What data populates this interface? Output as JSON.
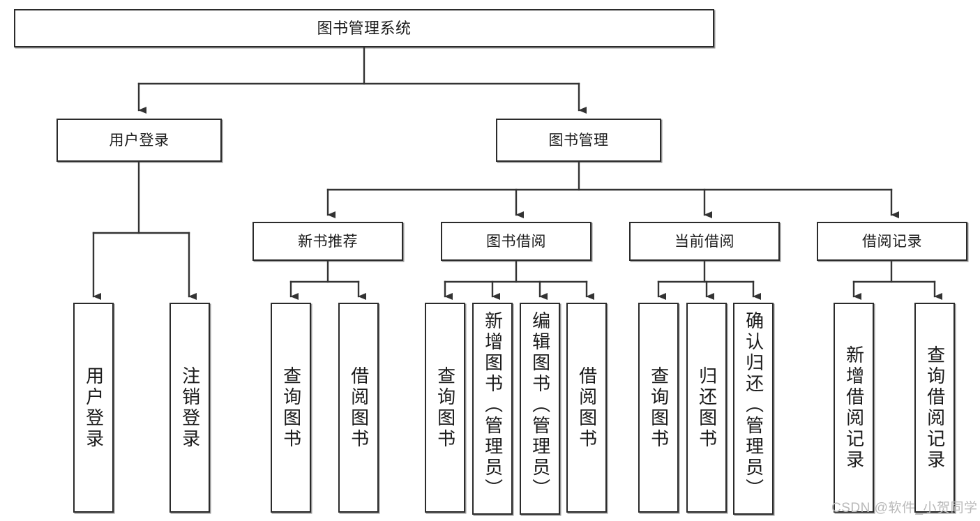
{
  "diagram": {
    "title": "图书管理系统",
    "type": "hierarchy-tree",
    "watermark": "CSDN @软件_小贺同学",
    "colors": {
      "box_border": "#2b2b2b",
      "box_fill": "#ffffff",
      "connector": "#333333",
      "text": "#1b1b1b",
      "watermark": "#b9b9b9"
    },
    "root": {
      "label": "图书管理系统"
    },
    "level1": [
      {
        "label": "用户登录"
      },
      {
        "label": "图书管理"
      }
    ],
    "level2": [
      {
        "label": "新书推荐"
      },
      {
        "label": "图书借阅"
      },
      {
        "label": "当前借阅"
      },
      {
        "label": "借阅记录"
      }
    ],
    "leaves": {
      "user_login": [
        {
          "label": "用户登录"
        },
        {
          "label": "注销登录"
        }
      ],
      "new_book_recommend": [
        {
          "label": "查询图书"
        },
        {
          "label": "借阅图书"
        }
      ],
      "book_borrow": [
        {
          "label": "查询图书"
        },
        {
          "label": "新增图书（管理员）"
        },
        {
          "label": "编辑图书（管理员）"
        },
        {
          "label": "借阅图书"
        }
      ],
      "current_borrow": [
        {
          "label": "查询图书"
        },
        {
          "label": "归还图书"
        },
        {
          "label": "确认归还（管理员）"
        }
      ],
      "borrow_record": [
        {
          "label": "新增借阅记录"
        },
        {
          "label": "查询借阅记录"
        }
      ]
    }
  }
}
